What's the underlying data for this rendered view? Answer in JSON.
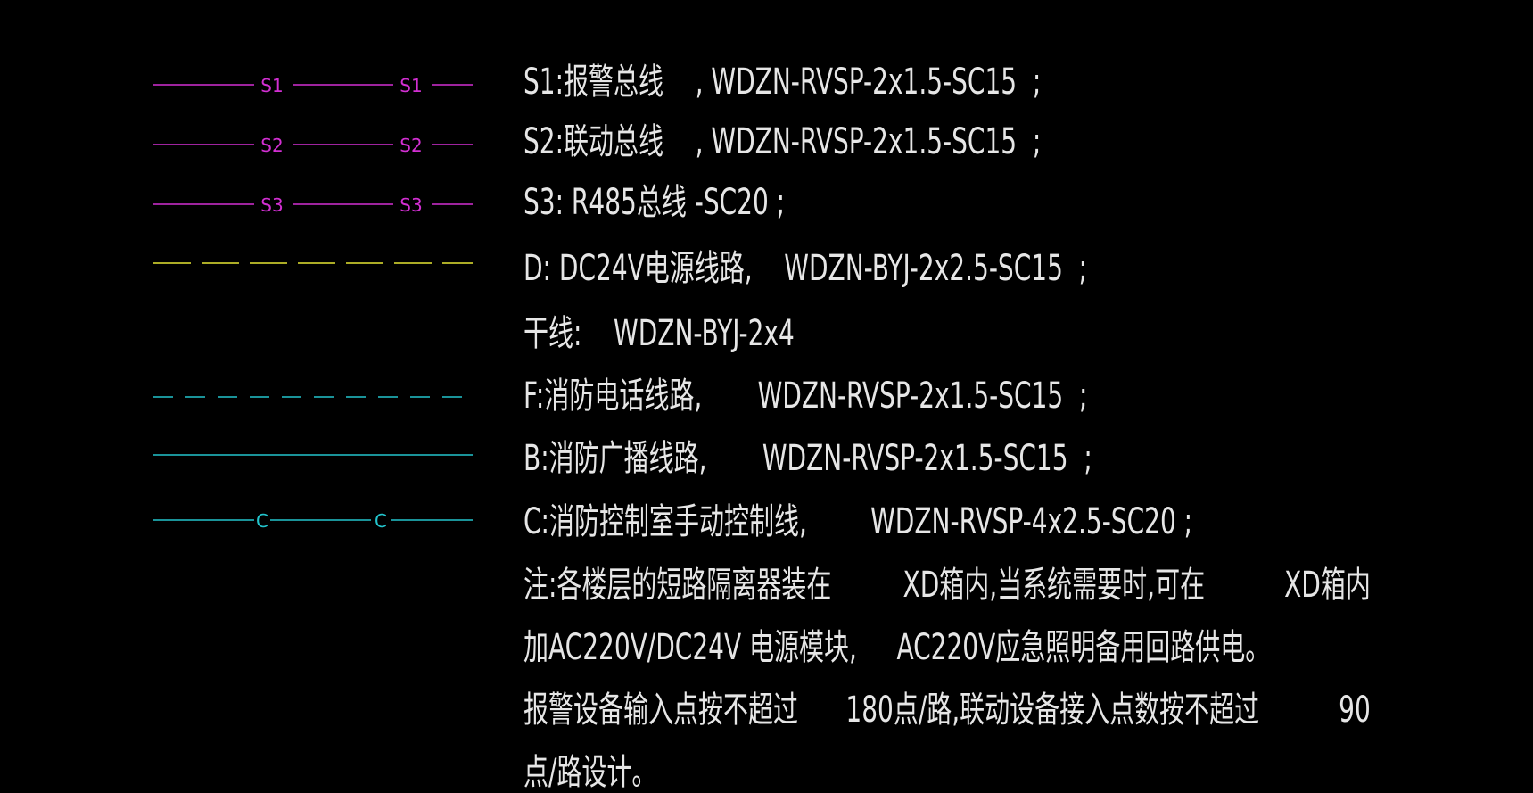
{
  "colors": {
    "background": "#000000",
    "magenta": "#d22fd2",
    "yellow": "#e6e632",
    "cyan": "#22c4cc",
    "text": "#e6e6e6"
  },
  "legend": {
    "s1_label": "S1",
    "s2_label": "S2",
    "s3_label": "S3",
    "c_label": "C"
  },
  "notes": {
    "s1": "S1:报警总线    , WDZN-RVSP-2x1.5-SC15  ;",
    "s2": "S2:联动总线    , WDZN-RVSP-2x1.5-SC15  ;",
    "s3": "S3: R485总线 -SC20 ;",
    "d": "D: DC24V电源线路,    WDZN-BYJ-2x2.5-SC15  ;",
    "trunk": "干线:    WDZN-BYJ-2x4",
    "f": "F:消防电话线路,       WDZN-RVSP-2x1.5-SC15  ;",
    "b": "B:消防广播线路,       WDZN-RVSP-2x1.5-SC15  ;",
    "c": "C:消防控制室手动控制线,        WDZN-RVSP-4x2.5-SC20 ;",
    "note1": "注:各楼层的短路隔离器装在         XD箱内,当系统需要时,可在          XD箱内",
    "note2": "加AC220V/DC24V 电源模块,     AC220V应急照明备用回路供电。",
    "note3": "报警设备输入点按不超过      180点/路,联动设备接入点数按不超过          90",
    "note4": "点/路设计。"
  }
}
